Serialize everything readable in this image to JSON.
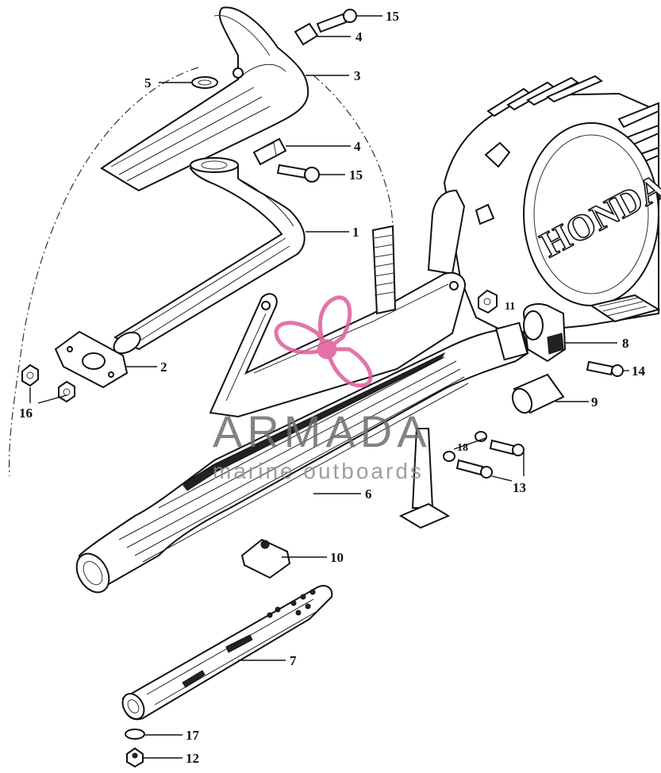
{
  "diagram": {
    "brand_text": "HONDA",
    "callouts": [
      {
        "id": "15a",
        "text": "15"
      },
      {
        "id": "4a",
        "text": "4"
      },
      {
        "id": "5",
        "text": "5"
      },
      {
        "id": "3",
        "text": "3"
      },
      {
        "id": "4b",
        "text": "4"
      },
      {
        "id": "15b",
        "text": "15"
      },
      {
        "id": "1",
        "text": "1"
      },
      {
        "id": "2",
        "text": "2"
      },
      {
        "id": "16",
        "text": "16"
      },
      {
        "id": "11",
        "text": "11"
      },
      {
        "id": "8",
        "text": "8"
      },
      {
        "id": "14",
        "text": "14"
      },
      {
        "id": "9",
        "text": "9"
      },
      {
        "id": "18",
        "text": "18"
      },
      {
        "id": "13",
        "text": "13"
      },
      {
        "id": "6",
        "text": "6"
      },
      {
        "id": "10",
        "text": "10"
      },
      {
        "id": "7",
        "text": "7"
      },
      {
        "id": "17",
        "text": "17"
      },
      {
        "id": "12",
        "text": "12"
      }
    ]
  },
  "watermark": {
    "title": "ARMADA",
    "subtitle": "marine outboards",
    "logo_color": "#e05a9a"
  }
}
